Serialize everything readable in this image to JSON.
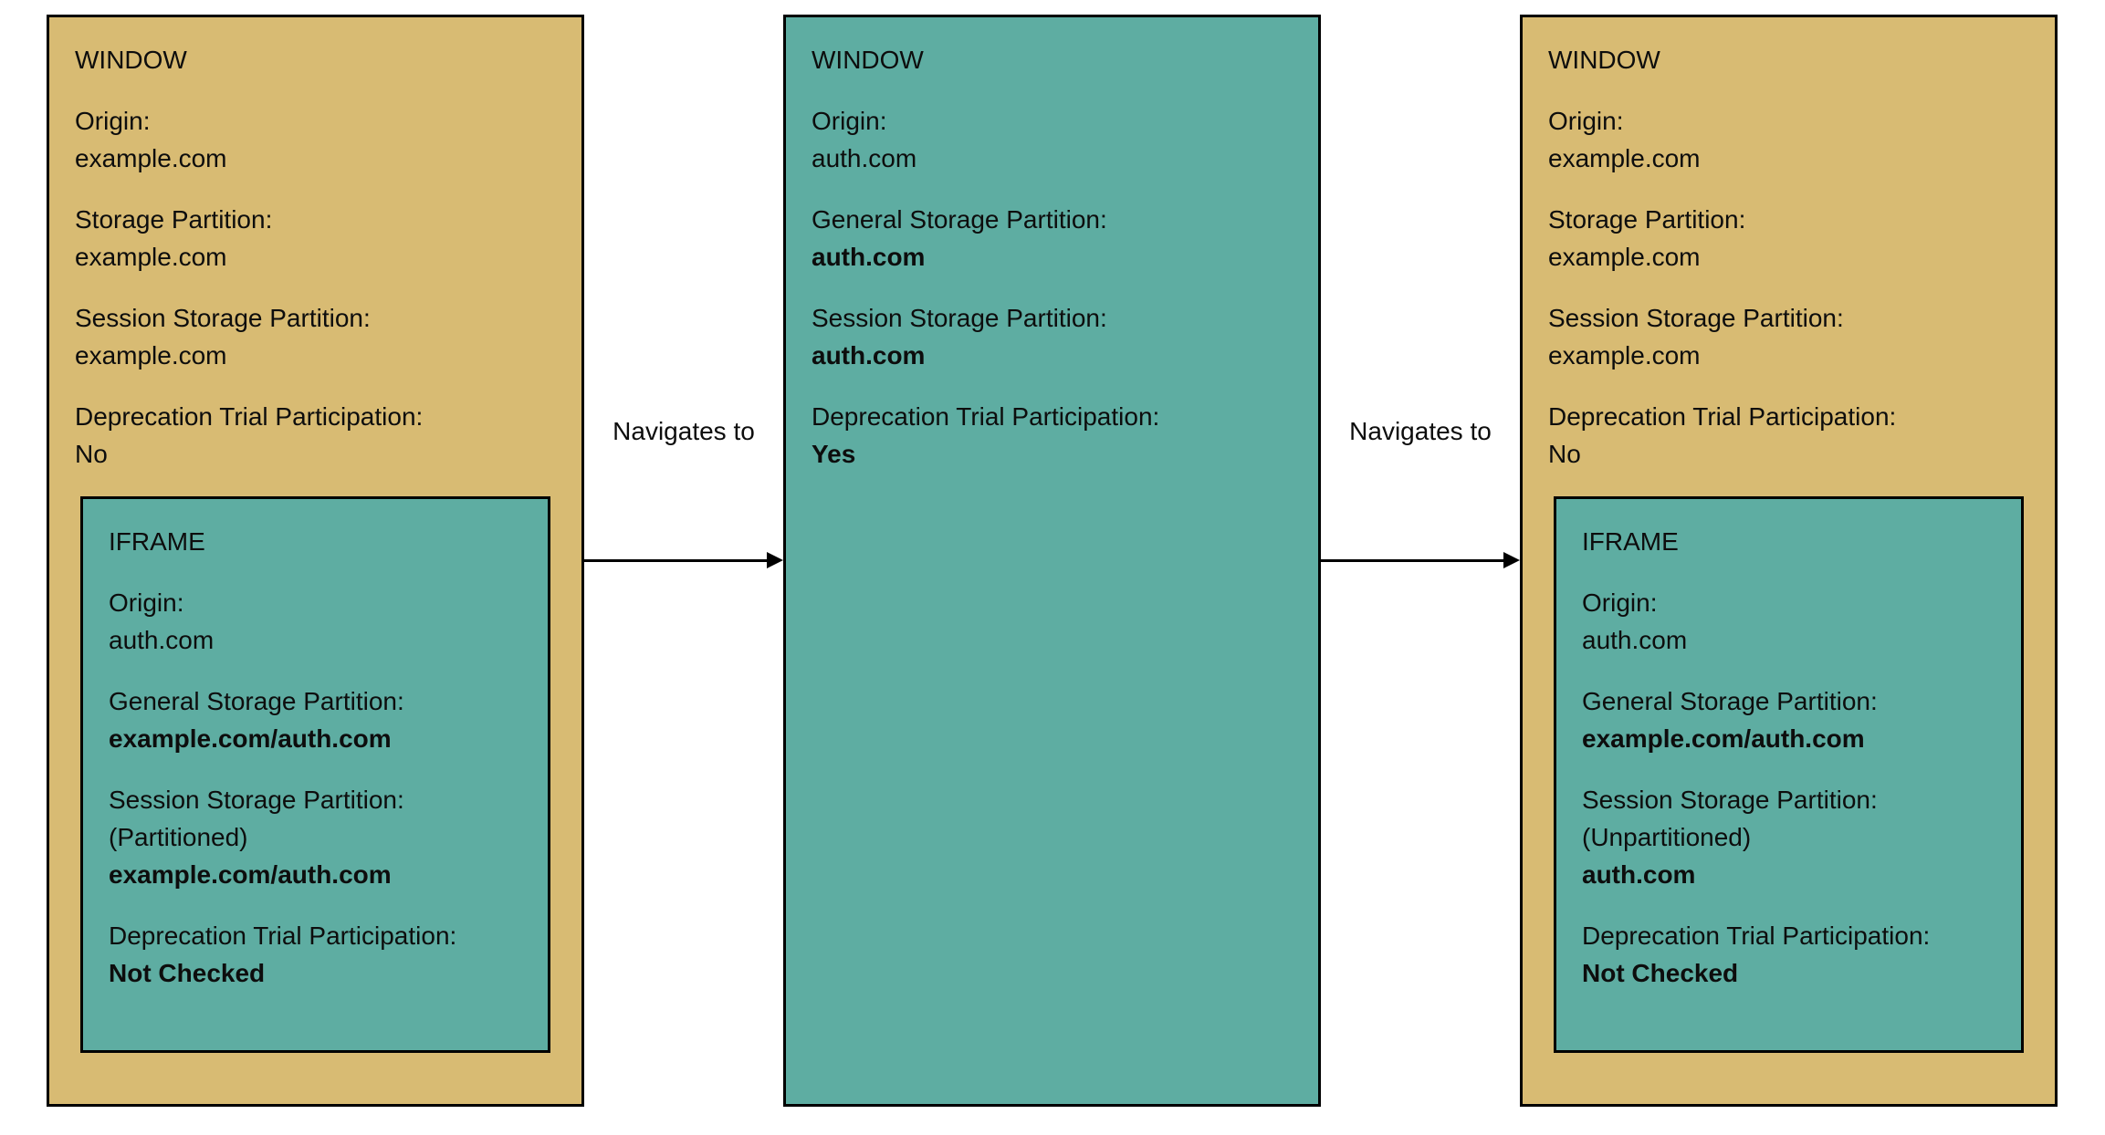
{
  "colors": {
    "window_fill": "#D8BB73",
    "iframe_fill": "#5EADA2",
    "border": "#000000",
    "background": "#FFFFFF"
  },
  "boxes": [
    {
      "title": "WINDOW",
      "fields": [
        {
          "label": "Origin:",
          "value": "example.com",
          "bold": false
        },
        {
          "label": "Storage Partition:",
          "value": "example.com",
          "bold": false
        },
        {
          "label": "Session Storage Partition:",
          "value": "example.com",
          "bold": false
        },
        {
          "label": "Deprecation Trial Participation:",
          "value": "No",
          "bold": false
        }
      ],
      "iframe": {
        "title": "IFRAME",
        "fields": [
          {
            "label": "Origin:",
            "value": "auth.com",
            "bold": false
          },
          {
            "label": "General Storage Partition:",
            "value": "example.com/auth.com",
            "bold": true
          },
          {
            "label": "Session Storage Partition:",
            "note": "(Partitioned)",
            "value": "example.com/auth.com",
            "bold": true
          },
          {
            "label": "Deprecation Trial Participation:",
            "value": "Not Checked",
            "bold": true
          }
        ]
      }
    },
    {
      "title": "WINDOW",
      "fields": [
        {
          "label": "Origin:",
          "value": "auth.com",
          "bold": false
        },
        {
          "label": "General Storage Partition:",
          "value": "auth.com",
          "bold": true
        },
        {
          "label": "Session Storage Partition:",
          "value": "auth.com",
          "bold": true
        },
        {
          "label": "Deprecation Trial Participation:",
          "value": "Yes",
          "bold": true
        }
      ]
    },
    {
      "title": "WINDOW",
      "fields": [
        {
          "label": "Origin:",
          "value": "example.com",
          "bold": false
        },
        {
          "label": "Storage Partition:",
          "value": "example.com",
          "bold": false
        },
        {
          "label": "Session Storage Partition:",
          "value": "example.com",
          "bold": false
        },
        {
          "label": "Deprecation Trial Participation:",
          "value": "No",
          "bold": false
        }
      ],
      "iframe": {
        "title": "IFRAME",
        "fields": [
          {
            "label": "Origin:",
            "value": "auth.com",
            "bold": false
          },
          {
            "label": "General Storage Partition:",
            "value": "example.com/auth.com",
            "bold": true
          },
          {
            "label": "Session Storage Partition:",
            "note": "(Unpartitioned)",
            "value": "auth.com",
            "bold": true
          },
          {
            "label": "Deprecation Trial Participation:",
            "value": "Not Checked",
            "bold": true
          }
        ]
      }
    }
  ],
  "arrows": [
    {
      "label": "Navigates to"
    },
    {
      "label": "Navigates to"
    }
  ]
}
